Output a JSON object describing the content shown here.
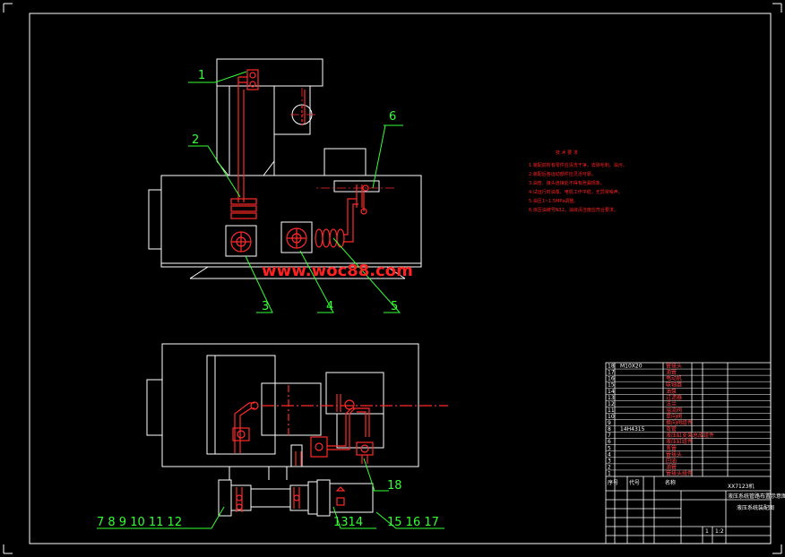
{
  "colors": {
    "background": "#000000",
    "frame": "#ffffff",
    "outline": "#ffffff",
    "pipe": "#ff2a2a",
    "leader": "#33ff33",
    "watermark": "#ff2222"
  },
  "watermark": "www.woc88.com",
  "top_view_labels": [
    "1",
    "2",
    "3",
    "4",
    "5",
    "6"
  ],
  "bottom_view_labels": {
    "left_group": "7 8 9 10 11 12",
    "middle_group": "1314",
    "right_group": "15 16 17",
    "single": "18"
  },
  "notes": {
    "title": "技 术 要 求",
    "lines": [
      "1.装配前所有零件应清洗干净，去除毛刺、油污。",
      "2.装配后各运动部件应灵活可靠。",
      "3.油管、接头连接处不得有泄漏现象。",
      "4.试运行时油泵、电机工作平稳，无异常噪声。",
      "5.油压1~1.5MPa调整。",
      "6.液压油牌号N32，油液清洁度应符合要求。"
    ]
  },
  "title_block": {
    "rows": [
      {
        "no": "18",
        "code": "M10X20",
        "name": "管接头"
      },
      {
        "no": "17",
        "code": "",
        "name": "油管"
      },
      {
        "no": "16",
        "code": "",
        "name": "电动机"
      },
      {
        "no": "15",
        "code": "",
        "name": "联轴器"
      },
      {
        "no": "14",
        "code": "",
        "name": "油泵"
      },
      {
        "no": "13",
        "code": "",
        "name": "过滤器"
      },
      {
        "no": "12",
        "code": "",
        "name": "法兰"
      },
      {
        "no": "11",
        "code": "",
        "name": "溢流阀"
      },
      {
        "no": "10",
        "code": "",
        "name": "单向阀"
      },
      {
        "no": "9",
        "code": "",
        "name": "换向阀组件"
      },
      {
        "no": "8",
        "code": "14H4315",
        "name": "弯管"
      },
      {
        "no": "7",
        "code": "",
        "name": "液压缸支架总成组件"
      },
      {
        "no": "6",
        "code": "",
        "name": "液压缸组件"
      },
      {
        "no": "5",
        "code": "",
        "name": "弯管"
      },
      {
        "no": "4",
        "code": "",
        "name": "管接头"
      },
      {
        "no": "3",
        "code": "",
        "name": "回油"
      },
      {
        "no": "2",
        "code": "",
        "name": "油管"
      },
      {
        "no": "1",
        "code": "",
        "name": "管接头组件"
      }
    ],
    "header": {
      "no": "序号",
      "code": "代号",
      "name": "名称"
    },
    "project": "XX7123机",
    "drawing_name": "液压系统装配图",
    "subtitle": "液压系统管路布置示意图",
    "scale": "1:2",
    "sheet": "1"
  }
}
